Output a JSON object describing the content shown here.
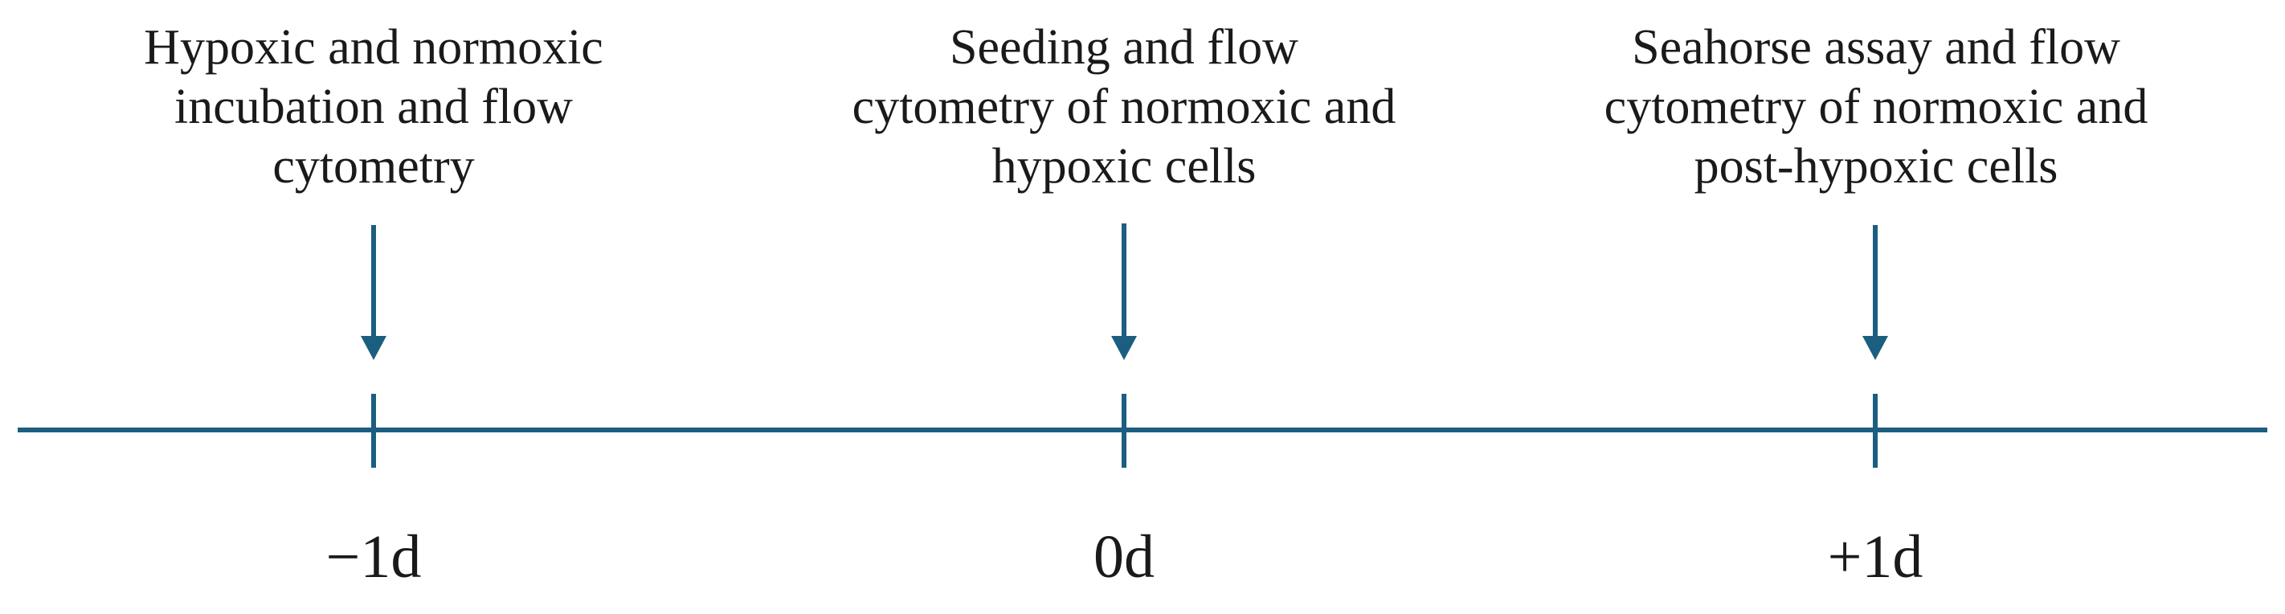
{
  "colors": {
    "line": "#1b5e80",
    "text": "#1a1a1a"
  },
  "timeline": {
    "events": [
      {
        "tick": "−1d",
        "lines": [
          "Hypoxic and normoxic",
          "incubation and flow",
          "cytometry"
        ]
      },
      {
        "tick": "0d",
        "lines": [
          "Seeding and flow",
          "cytometry of normoxic and",
          "hypoxic cells"
        ]
      },
      {
        "tick": "+1d",
        "lines": [
          "Seahorse assay and flow",
          "cytometry of normoxic and",
          "post-hypoxic cells"
        ]
      }
    ]
  }
}
